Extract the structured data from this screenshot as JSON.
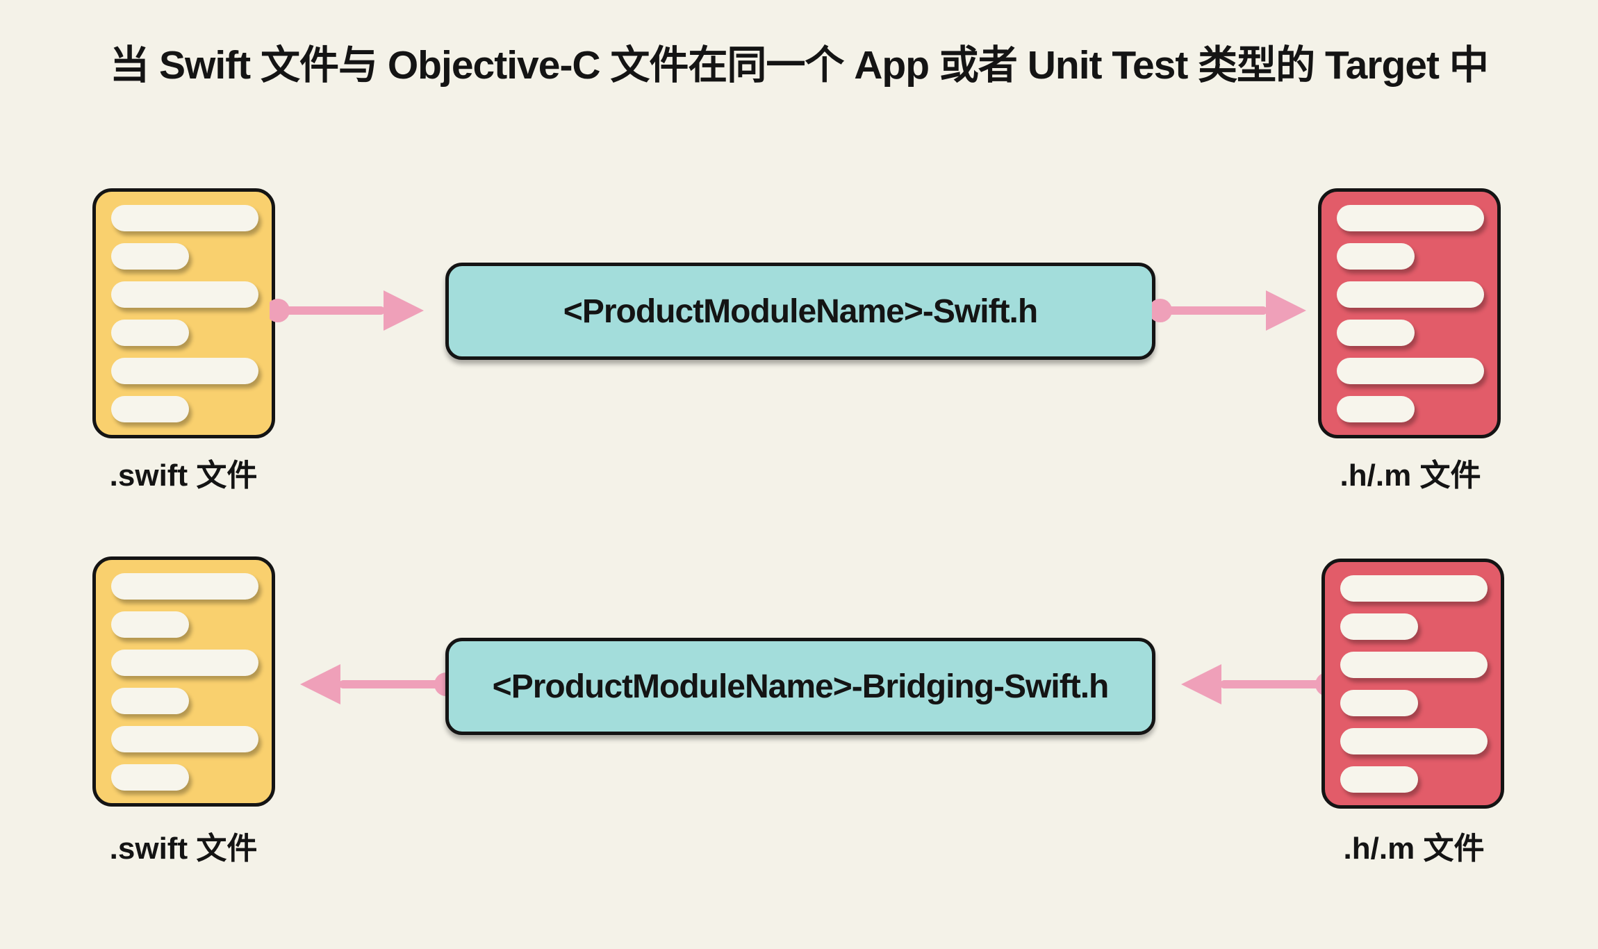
{
  "title": "当 Swift 文件与 Objective-C 文件在同一个 App 或者 Unit Test 类型的 Target 中",
  "colors": {
    "bg": "#F4F2E8",
    "ink": "#141414",
    "yellow": "#F9D06E",
    "red": "#E25C69",
    "teal": "#A3DDDB",
    "pink": "#EFA0B9",
    "pill": "#F7F5EC"
  },
  "rows": [
    {
      "source_label": ".swift 文件",
      "bridge_label": "<ProductModuleName>-Swift.h",
      "target_label": ".h/.m 文件",
      "direction": "left-to-right"
    },
    {
      "source_label": ".swift 文件",
      "bridge_label": "<ProductModuleName>-Bridging-Swift.h",
      "target_label": ".h/.m 文件",
      "direction": "right-to-left"
    }
  ]
}
